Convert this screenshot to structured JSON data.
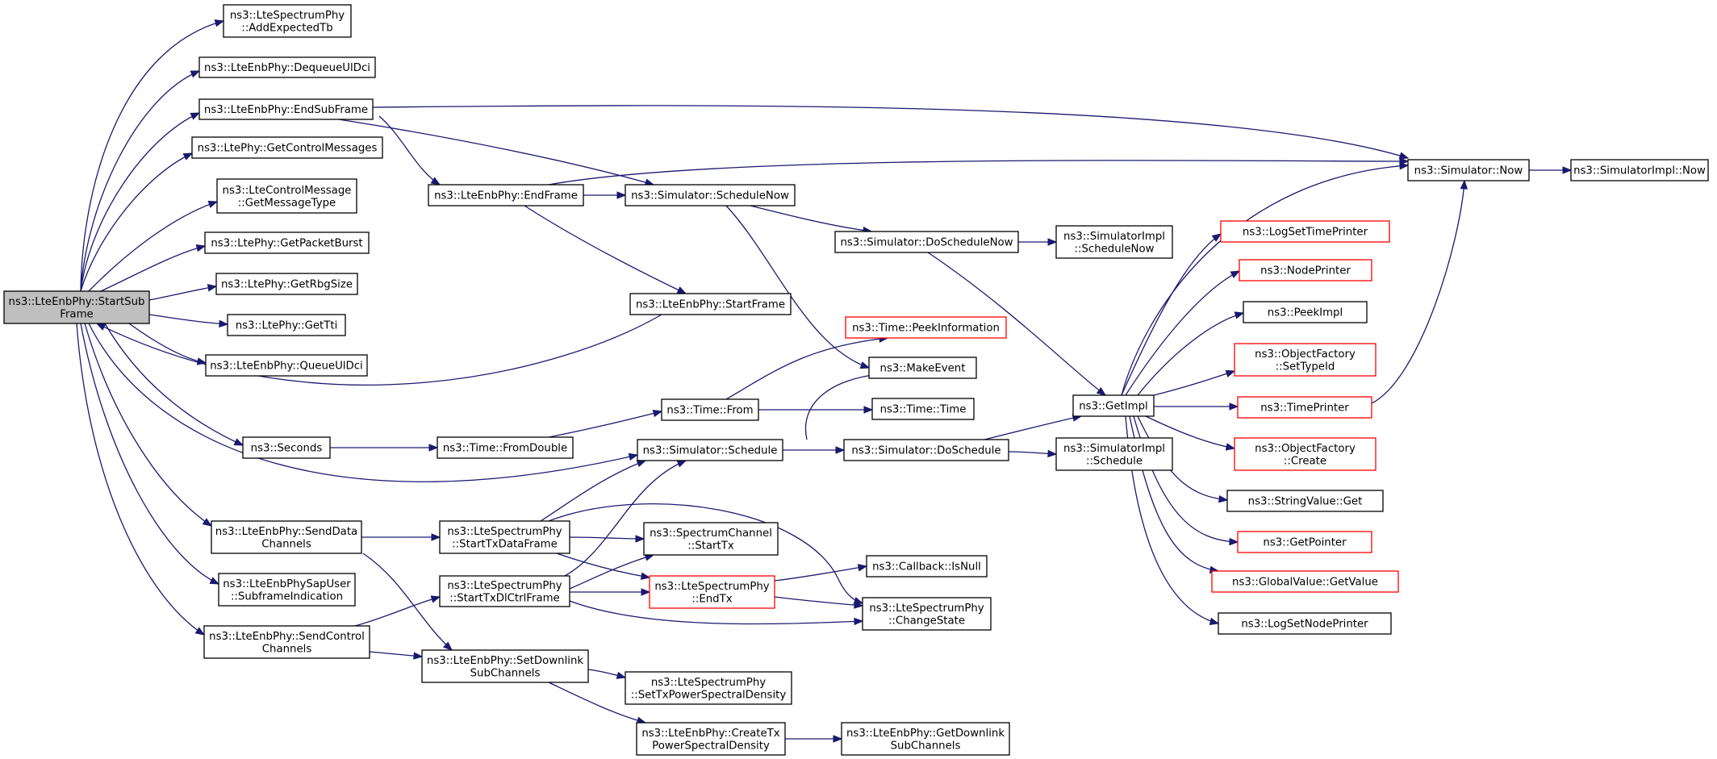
{
  "colors": {
    "edge": "#191970",
    "root_fill": "#bfbfbf",
    "truncated_border": "#ff0000",
    "node_border": "#000000"
  },
  "nodes": [
    {
      "id": "root",
      "lines": [
        "ns3::LteEnbPhy::StartSub",
        "Frame"
      ],
      "root": true
    },
    {
      "id": "addExpectedTb",
      "lines": [
        "ns3::LteSpectrumPhy",
        "::AddExpectedTb"
      ]
    },
    {
      "id": "dequeueUlDci",
      "lines": [
        "ns3::LteEnbPhy::DequeueUlDci"
      ]
    },
    {
      "id": "endSubFrame",
      "lines": [
        "ns3::LteEnbPhy::EndSubFrame"
      ]
    },
    {
      "id": "getControlMessages",
      "lines": [
        "ns3::LtePhy::GetControlMessages"
      ]
    },
    {
      "id": "getMessageType",
      "lines": [
        "ns3::LteControlMessage",
        "::GetMessageType"
      ]
    },
    {
      "id": "getPacketBurst",
      "lines": [
        "ns3::LtePhy::GetPacketBurst"
      ]
    },
    {
      "id": "getRbgSize",
      "lines": [
        "ns3::LtePhy::GetRbgSize"
      ]
    },
    {
      "id": "getTti",
      "lines": [
        "ns3::LtePhy::GetTti"
      ]
    },
    {
      "id": "queueUlDci",
      "lines": [
        "ns3::LteEnbPhy::QueueUlDci"
      ]
    },
    {
      "id": "seconds",
      "lines": [
        "ns3::Seconds"
      ]
    },
    {
      "id": "sendDataChannels",
      "lines": [
        "ns3::LteEnbPhy::SendData",
        "Channels"
      ]
    },
    {
      "id": "subframeIndication",
      "lines": [
        "ns3::LteEnbPhySapUser",
        "::SubframeIndication"
      ]
    },
    {
      "id": "sendControlChannels",
      "lines": [
        "ns3::LteEnbPhy::SendControl",
        "Channels"
      ]
    },
    {
      "id": "endFrame",
      "lines": [
        "ns3::LteEnbPhy::EndFrame"
      ]
    },
    {
      "id": "fromDouble",
      "lines": [
        "ns3::Time::FromDouble"
      ]
    },
    {
      "id": "startTxDataFrame",
      "lines": [
        "ns3::LteSpectrumPhy",
        "::StartTxDataFrame"
      ]
    },
    {
      "id": "startTxDlCtrlFrame",
      "lines": [
        "ns3::LteSpectrumPhy",
        "::StartTxDlCtrlFrame"
      ]
    },
    {
      "id": "setDownlinkSubChannels",
      "lines": [
        "ns3::LteEnbPhy::SetDownlink",
        "SubChannels"
      ]
    },
    {
      "id": "scheduleNow",
      "lines": [
        "ns3::Simulator::ScheduleNow"
      ]
    },
    {
      "id": "startFrame",
      "lines": [
        "ns3::LteEnbPhy::StartFrame"
      ]
    },
    {
      "id": "timeFrom",
      "lines": [
        "ns3::Time::From"
      ]
    },
    {
      "id": "simSchedule",
      "lines": [
        "ns3::Simulator::Schedule"
      ]
    },
    {
      "id": "channelStartTx",
      "lines": [
        "ns3::SpectrumChannel",
        "::StartTx"
      ]
    },
    {
      "id": "endTx",
      "lines": [
        "ns3::LteSpectrumPhy",
        "::EndTx"
      ],
      "red": true
    },
    {
      "id": "setTxPsd",
      "lines": [
        "ns3::LteSpectrumPhy",
        "::SetTxPowerSpectralDensity"
      ]
    },
    {
      "id": "createTxPsd",
      "lines": [
        "ns3::LteEnbPhy::CreateTx",
        "PowerSpectralDensity"
      ]
    },
    {
      "id": "peekInformation",
      "lines": [
        "ns3::Time::PeekInformation"
      ],
      "red": true
    },
    {
      "id": "makeEvent",
      "lines": [
        "ns3::MakeEvent"
      ]
    },
    {
      "id": "timeTime",
      "lines": [
        "ns3::Time::Time"
      ]
    },
    {
      "id": "doScheduleNow",
      "lines": [
        "ns3::Simulator::DoScheduleNow"
      ]
    },
    {
      "id": "doSchedule",
      "lines": [
        "ns3::Simulator::DoSchedule"
      ]
    },
    {
      "id": "callbackIsNull",
      "lines": [
        "ns3::Callback::IsNull"
      ]
    },
    {
      "id": "changeState",
      "lines": [
        "ns3::LteSpectrumPhy",
        "::ChangeState"
      ]
    },
    {
      "id": "getDownlinkSubChannels",
      "lines": [
        "ns3::LteEnbPhy::GetDownlink",
        "SubChannels"
      ]
    },
    {
      "id": "implScheduleNow",
      "lines": [
        "ns3::SimulatorImpl",
        "::ScheduleNow"
      ]
    },
    {
      "id": "implSchedule",
      "lines": [
        "ns3::SimulatorImpl",
        "::Schedule"
      ]
    },
    {
      "id": "getImpl",
      "lines": [
        "ns3::GetImpl"
      ]
    },
    {
      "id": "logSetTimePrinter",
      "lines": [
        "ns3::LogSetTimePrinter"
      ],
      "red": true
    },
    {
      "id": "nodePrinter",
      "lines": [
        "ns3::NodePrinter"
      ],
      "red": true
    },
    {
      "id": "peekImpl",
      "lines": [
        "ns3::PeekImpl"
      ]
    },
    {
      "id": "setTypeId",
      "lines": [
        "ns3::ObjectFactory",
        "::SetTypeId"
      ],
      "red": true
    },
    {
      "id": "timePrinter",
      "lines": [
        "ns3::TimePrinter"
      ],
      "red": true
    },
    {
      "id": "factoryCreate",
      "lines": [
        "ns3::ObjectFactory",
        "::Create"
      ],
      "red": true
    },
    {
      "id": "stringValueGet",
      "lines": [
        "ns3::StringValue::Get"
      ]
    },
    {
      "id": "getPointer",
      "lines": [
        "ns3::GetPointer"
      ],
      "red": true
    },
    {
      "id": "globalGetValue",
      "lines": [
        "ns3::GlobalValue::GetValue"
      ],
      "red": true
    },
    {
      "id": "logSetNodePrinter",
      "lines": [
        "ns3::LogSetNodePrinter"
      ]
    },
    {
      "id": "simNow",
      "lines": [
        "ns3::Simulator::Now"
      ]
    },
    {
      "id": "implNow",
      "lines": [
        "ns3::SimulatorImpl::Now"
      ]
    }
  ]
}
